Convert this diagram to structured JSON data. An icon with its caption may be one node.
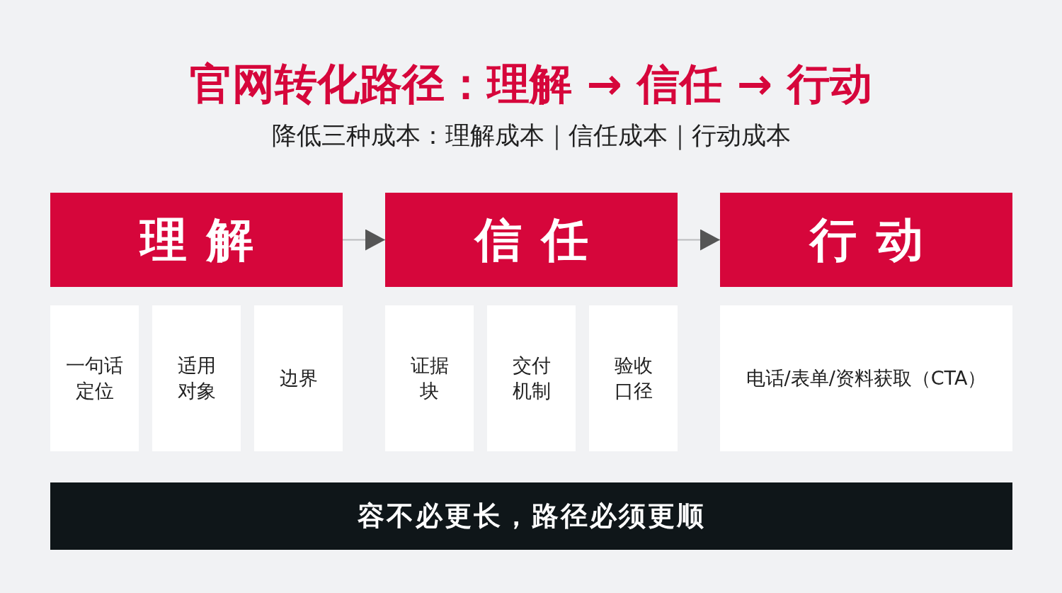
{
  "diagram": {
    "title": "官网转化路径：理解 → 信任 → 行动",
    "nodes": [
      {
        "text": [
          "理解"
        ]
      },
      {
        "text": [
          "信任"
        ]
      },
      {
        "text": [
          "行动"
        ]
      },
      {
        "text": [
          "一句话定位"
        ]
      },
      {
        "text": [
          "适用对象"
        ]
      },
      {
        "text": [
          "边界"
        ]
      },
      {
        "text": [
          "证据块"
        ]
      },
      {
        "text": [
          "交付机制"
        ]
      },
      {
        "text": [
          "验收口径"
        ]
      },
      {
        "text": [
          "电话/表单/资料获取（CTA）"
        ]
      },
      {
        "text": [
          "容不必更长，路径必须更顺"
        ]
      }
    ],
    "edges": [
      {
        "from": 0,
        "to": 1,
        "arrow": "to"
      },
      {
        "from": 1,
        "to": 2,
        "arrow": "to"
      }
    ],
    "labels": [
      "降低三种成本：理解成本｜信任成本｜行动成本"
    ]
  }
}
